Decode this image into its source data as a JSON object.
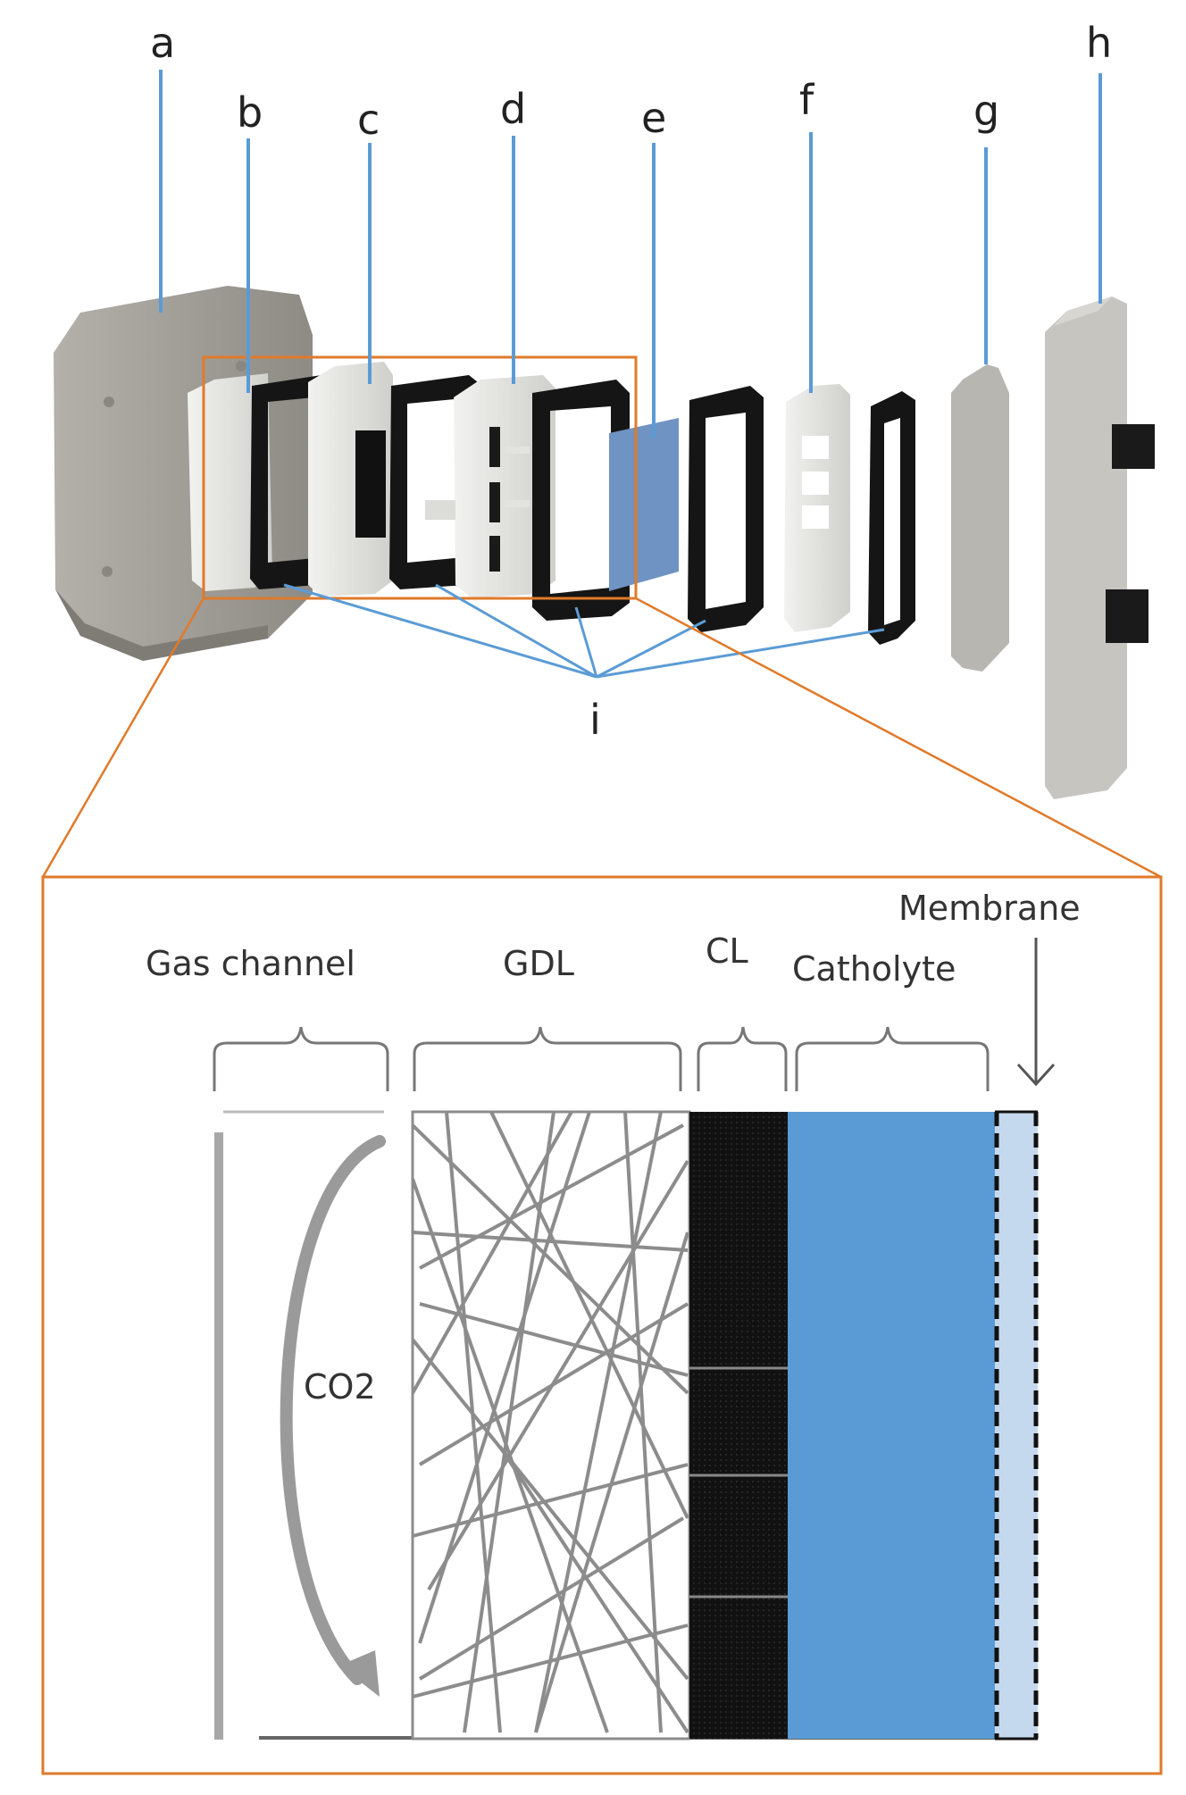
{
  "parts": {
    "a": "a",
    "b": "b",
    "c": "c",
    "d": "d",
    "e": "e",
    "f": "f",
    "g": "g",
    "h": "h",
    "i": "i"
  },
  "zones": {
    "gas_channel": "Gas channel",
    "gdl": "GDL",
    "cl": "CL",
    "catholyte": "Catholyte",
    "membrane": "Membrane"
  },
  "flow_label": "CO2",
  "colors": {
    "leader_line": "#5b9bd5",
    "highlight": "#e07a2a",
    "catholyte": "#5b9bd5",
    "membrane": "#c5d9ee",
    "catalyst_layer": "#111111",
    "gdl_fibers": "#8c8c8c",
    "endplate": "#a8a59f",
    "gasket": "#151515",
    "flow_plate": "#e6e6e3"
  }
}
